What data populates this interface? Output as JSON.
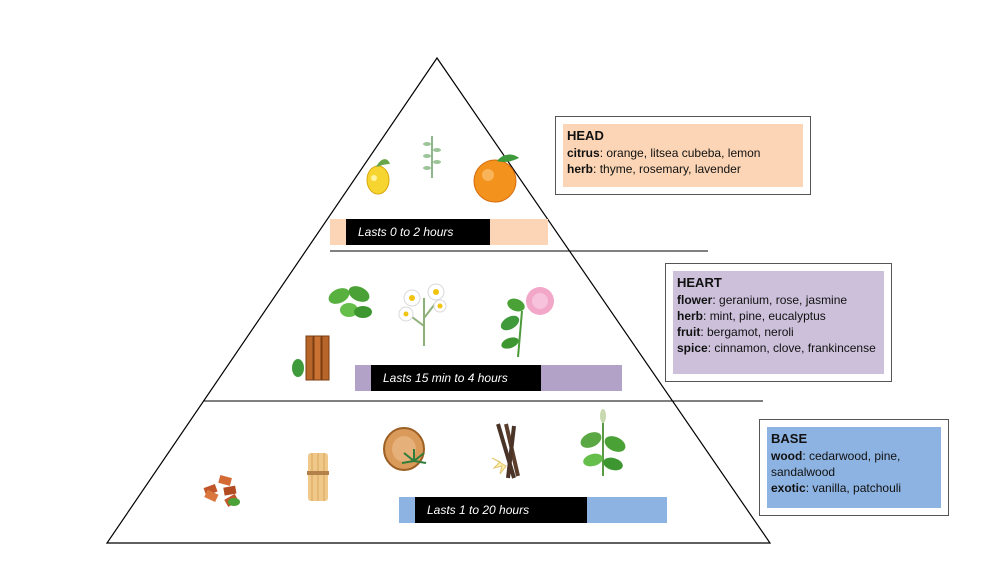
{
  "layers": [
    {
      "id": "head",
      "duration": "Lasts 0 to 2 hours",
      "color": "#fbd5b5",
      "title": "HEAD",
      "notes": [
        {
          "key": "citrus",
          "value": "orange, litsea cubeba, lemon"
        },
        {
          "key": "herb",
          "value": "thyme, rosemary, lavender"
        }
      ],
      "icons": [
        "lemon-icon",
        "thyme-sprig-icon",
        "orange-icon"
      ]
    },
    {
      "id": "heart",
      "duration": "Lasts 15 min to 4 hours",
      "color": "#ccc0da",
      "bar_color": "#b2a2c7",
      "title": "HEART",
      "notes": [
        {
          "key": "flower",
          "value": "geranium, rose, jasmine"
        },
        {
          "key": "herb",
          "value": "mint, pine, eucalyptus"
        },
        {
          "key": "fruit",
          "value": "bergamot, neroli"
        },
        {
          "key": "spice",
          "value": "cinnamon, clove, frankincense"
        }
      ],
      "icons": [
        "mint-leaves-icon",
        "chamomile-icon",
        "rose-icon",
        "cinnamon-sticks-icon"
      ]
    },
    {
      "id": "base",
      "duration": "Lasts 1 to 20 hours",
      "color": "#8db3e2",
      "title": "BASE",
      "notes": [
        {
          "key": "wood",
          "value": "cedarwood, pine, sandalwood"
        },
        {
          "key": "exotic",
          "value": "vanilla, patchouli"
        }
      ],
      "icons": [
        "wood-chips-icon",
        "vetiver-bundle-icon",
        "wood-slice-icon",
        "vanilla-icon",
        "patchouli-icon"
      ]
    }
  ]
}
